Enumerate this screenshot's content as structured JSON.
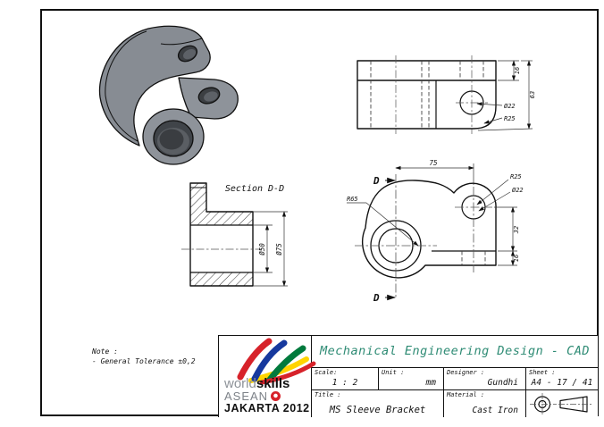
{
  "note": {
    "heading": "Note :",
    "item": "- General Tolerance ±0,2"
  },
  "section_view": {
    "label": "Section D-D",
    "dim_bore": "Ø50",
    "dim_outer": "Ø75"
  },
  "top_view": {
    "dim_flange_thk": "16",
    "dim_depth": "63",
    "dim_hole": "Ø22",
    "dim_corner_radius": "R25"
  },
  "front_view": {
    "dim_length": "75",
    "dim_lug_radius": "R25",
    "dim_hole": "Ø22",
    "dim_body_radius": "R65",
    "dim_upper": "32",
    "dim_lower": "16",
    "section_mark_top": "D",
    "section_mark_bottom": "D"
  },
  "logo": {
    "word_light": "world",
    "word_bold": "skills",
    "region": "ASEAN",
    "event": "JAKARTA 2012"
  },
  "title_block": {
    "heading": "Mechanical Engineering Design - CAD",
    "scale_label": "Scale:",
    "scale_value": "1 : 2",
    "unit_label": "Unit :",
    "unit_value": "mm",
    "designer_label": "Designer :",
    "designer_value": "Gundhi",
    "sheet_label": "Sheet :",
    "sheet_value": "A4 - 17 / 41",
    "title_label": "Title :",
    "title_value": "MS Sleeve Bracket",
    "material_label": "Material :",
    "material_value": "Cast Iron"
  },
  "colors": {
    "heading_teal": "#2e8b74",
    "logo_red": "#d7222a",
    "logo_blue": "#16399e",
    "logo_green": "#007a3d",
    "logo_yellow": "#ffd400",
    "metal_gray": "#878c93"
  }
}
